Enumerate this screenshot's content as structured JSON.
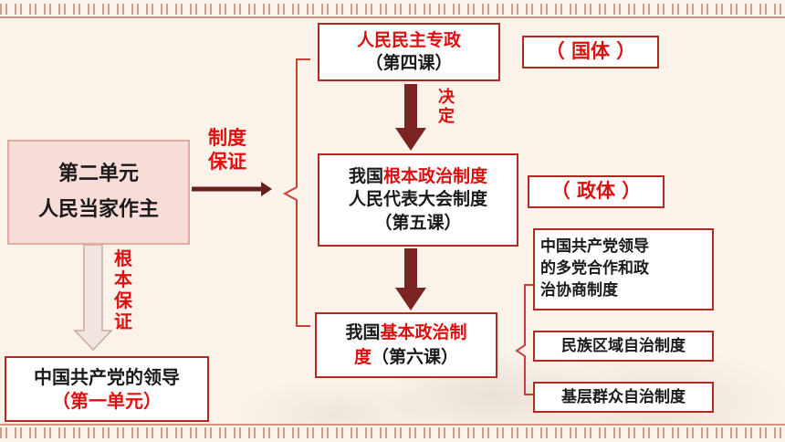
{
  "unit_box": {
    "line1": "第二单元",
    "line2": "人民当家作主"
  },
  "leader_box": {
    "line1": "中国共产党的领导",
    "line2": "（第一单元）"
  },
  "zhidu_baozheng": [
    "制度",
    "保证"
  ],
  "genben_baozheng": [
    "根",
    "本",
    "保",
    "证"
  ],
  "jueding": [
    "决",
    "定"
  ],
  "box_dictatorship": {
    "title": "人民民主专政",
    "lesson": "（第四课）"
  },
  "box_fundamental": {
    "prefix": "我国",
    "highlight": "根本政治制度",
    "line2": "人民代表大会制度",
    "lesson": "（第五课）"
  },
  "box_basic": {
    "prefix": "我国",
    "highlight1": "基本政治制",
    "highlight2": "度",
    "lesson": "（第六课）"
  },
  "tag_guoti": "（ 国体 ）",
  "tag_zhengti": "（ 政体 ）",
  "sub_systems": [
    {
      "lines": [
        "中国共产党领导",
        "的多党合作和政",
        "治协商制度"
      ]
    },
    {
      "lines": [
        "民族区域自治制度"
      ]
    },
    {
      "lines": [
        "基层群众自治制度"
      ]
    }
  ],
  "colors": {
    "accent_red": "#e00f0f",
    "border_red": "#b02a22",
    "arrow_dark": "#6b1e1e",
    "pink_box": "#f8dcd8"
  }
}
